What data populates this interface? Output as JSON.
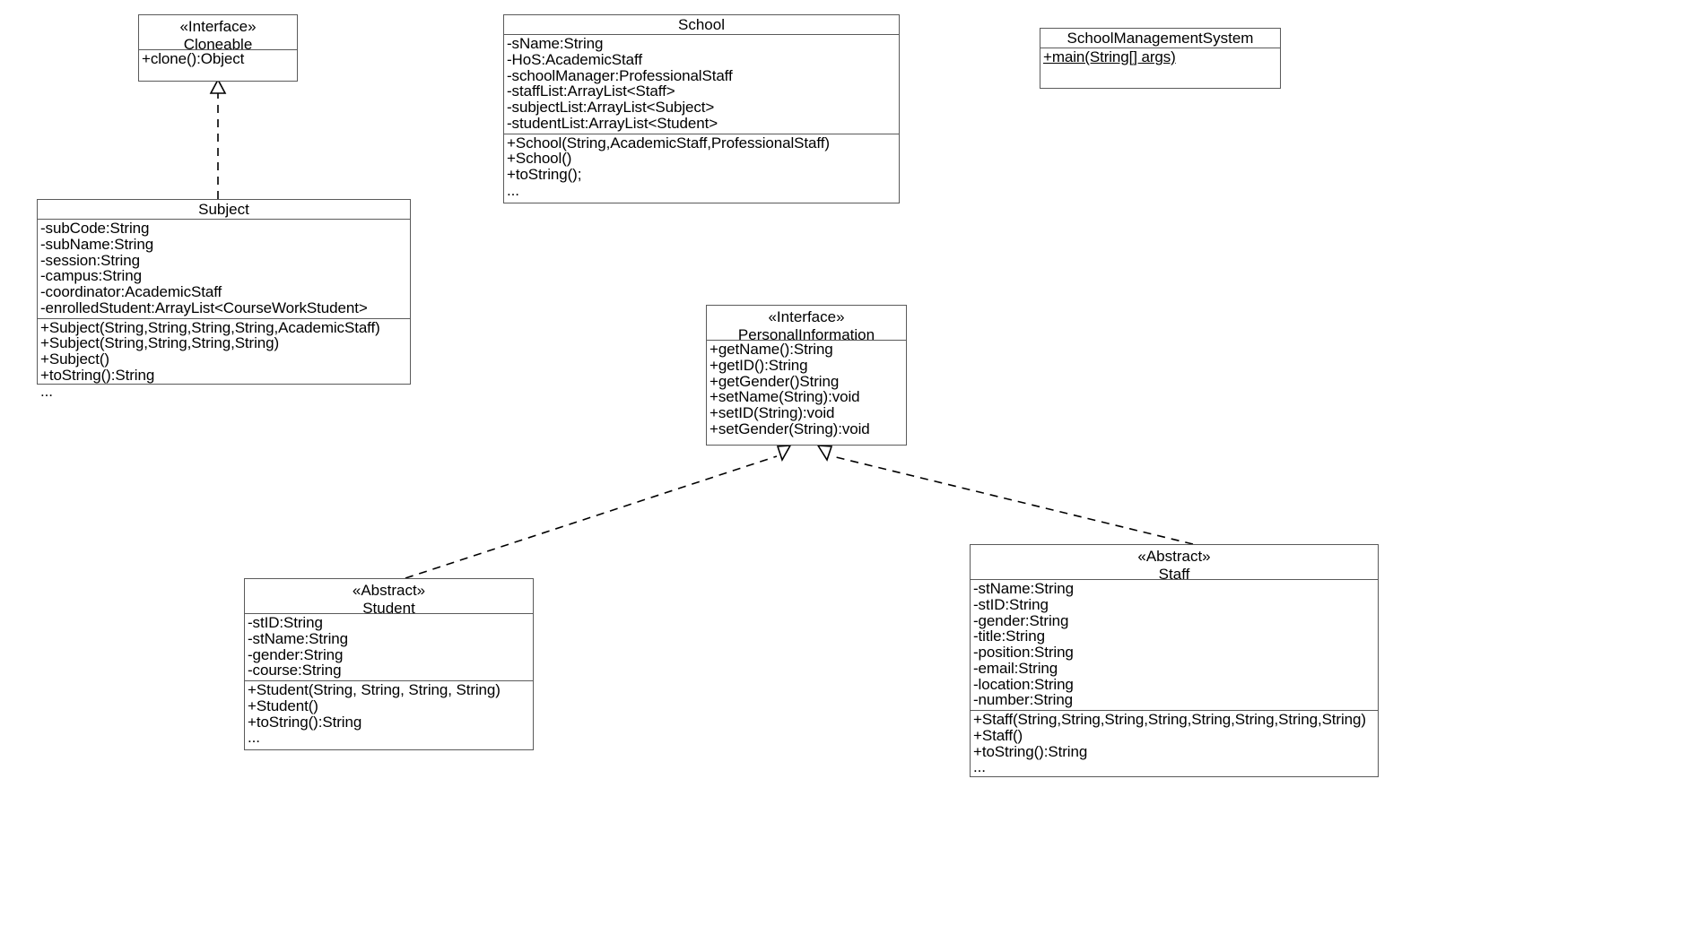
{
  "diagram": {
    "title": "UML Class Diagram - School Management System",
    "type": "uml-class-diagram",
    "background": "#ffffff",
    "line_color": "#5a5a5a",
    "text_color": "#000000"
  },
  "classes": {
    "cloneable": {
      "stereotype": "«Interface»",
      "name": "Cloneable",
      "attributes": [],
      "methods": [
        "+clone():Object"
      ]
    },
    "school": {
      "stereotype": "",
      "name": "School",
      "attributes": [
        "-sName:String",
        "-HoS:AcademicStaff",
        "-schoolManager:ProfessionalStaff",
        "-staffList:ArrayList<Staff>",
        "-subjectList:ArrayList<Subject>",
        "-studentList:ArrayList<Student>"
      ],
      "methods": [
        "+School(String,AcademicStaff,ProfessionalStaff)",
        "+School()",
        "+toString();",
        "..."
      ]
    },
    "school_management_system": {
      "stereotype": "",
      "name": "SchoolManagementSystem",
      "attributes": [],
      "methods": [
        "+main(String[] args)"
      ],
      "static_methods": [
        "+main(String[] args)"
      ]
    },
    "subject": {
      "stereotype": "",
      "name": "Subject",
      "attributes": [
        "-subCode:String",
        "-subName:String",
        "-session:String",
        "-campus:String",
        "-coordinator:AcademicStaff",
        "-enrolledStudent:ArrayList<CourseWorkStudent>"
      ],
      "methods": [
        "+Subject(String,String,String,String,AcademicStaff)",
        "+Subject(String,String,String,String)",
        "+Subject()",
        "+toString():String",
        "..."
      ]
    },
    "personal_information": {
      "stereotype": "«Interface»",
      "name": "PersonalInformation",
      "attributes": [],
      "methods": [
        "+getName():String",
        "+getID():String",
        "+getGender()String",
        "+setName(String):void",
        "+setID(String):void",
        "+setGender(String):void"
      ]
    },
    "student": {
      "stereotype": "«Abstract»",
      "name": "Student",
      "attributes": [
        "-stID:String",
        "-stName:String",
        "-gender:String",
        "-course:String"
      ],
      "methods": [
        "+Student(String, String, String, String)",
        "+Student()",
        "+toString():String",
        "..."
      ]
    },
    "staff": {
      "stereotype": "«Abstract»",
      "name": "Staff",
      "attributes": [
        "-stName:String",
        "-stID:String",
        "-gender:String",
        "-title:String",
        "-position:String",
        "-email:String",
        "-location:String",
        "-number:String"
      ],
      "methods": [
        "+Staff(String,String,String,String,String,String,String,String)",
        "+Staff()",
        "+toString():String",
        "..."
      ]
    }
  },
  "relationships": [
    {
      "name": "subject-realizes-cloneable",
      "from": "Subject",
      "to": "Cloneable",
      "type": "realization"
    },
    {
      "name": "student-realizes-personalinformation",
      "from": "Student",
      "to": "PersonalInformation",
      "type": "realization"
    },
    {
      "name": "staff-realizes-personalinformation",
      "from": "Staff",
      "to": "PersonalInformation",
      "type": "realization"
    }
  ]
}
